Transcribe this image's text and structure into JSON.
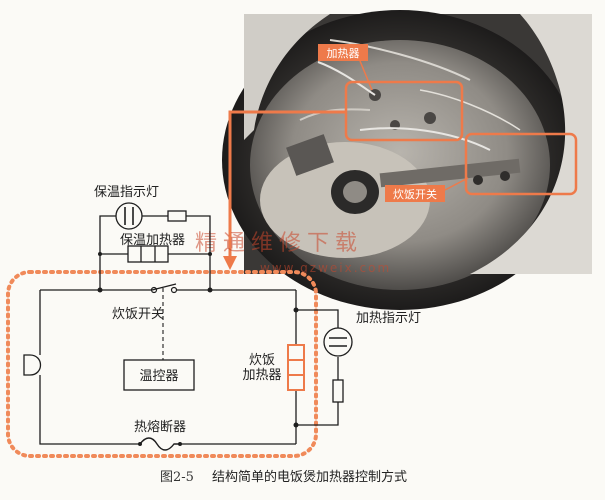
{
  "photo": {
    "tag_heater": "加热器",
    "tag_switch": "炊饭开关"
  },
  "circuit": {
    "keep_warm_lamp": "保温指示灯",
    "keep_warm_heater": "保温加热器",
    "cook_switch": "炊饭开关",
    "thermostat": "温控器",
    "cook_heater_line1": "炊饭",
    "cook_heater_line2": "加热器",
    "heat_lamp": "加热指示灯",
    "thermal_fuse": "热熔断器"
  },
  "caption": {
    "number": "图2-5",
    "text": "结构简单的电饭煲加热器控制方式"
  },
  "watermark": {
    "main": "精通维修下载",
    "url": "www.gzweix.com"
  },
  "colors": {
    "accent": "#ee7a4a",
    "dotted_frame": "#f08a5a",
    "wire": "#1e1e1e"
  }
}
